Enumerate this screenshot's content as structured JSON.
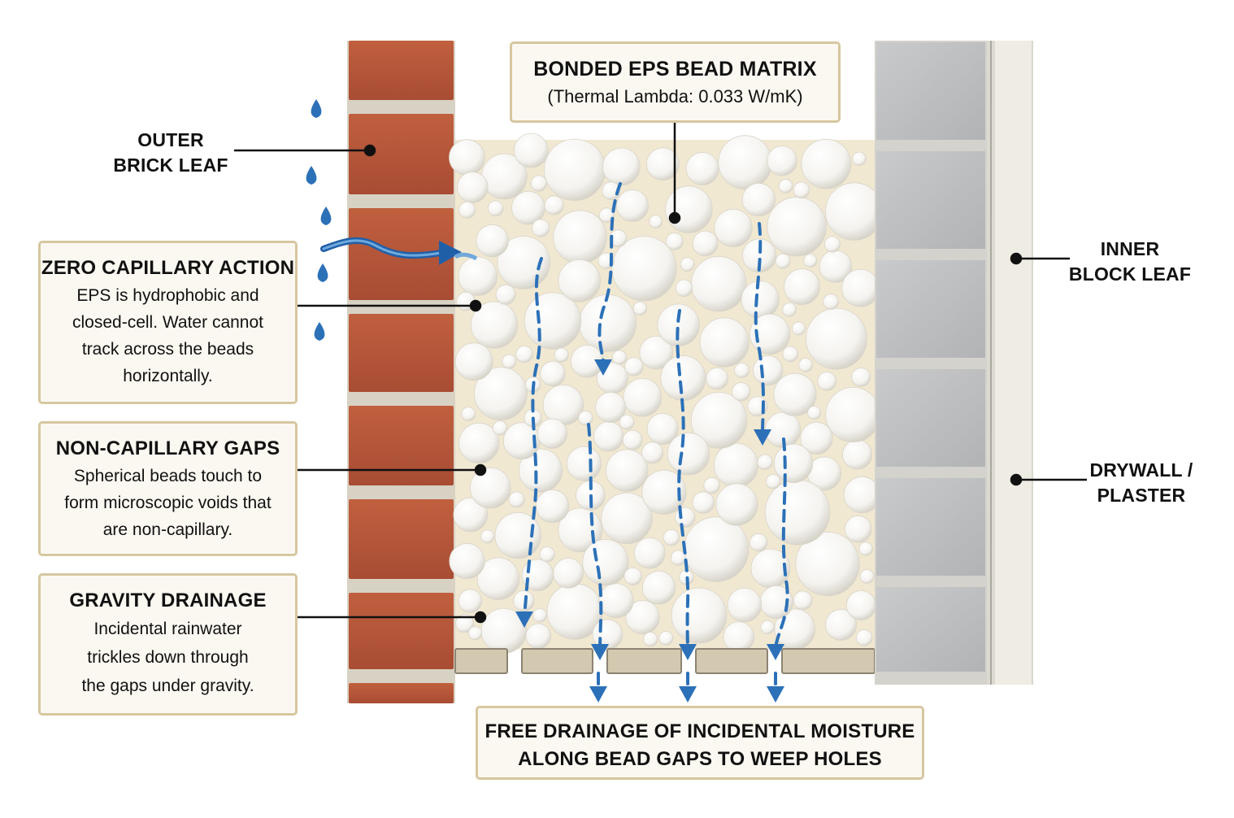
{
  "labels": {
    "outer_brick_leaf": "OUTER\nBRICK LEAF",
    "inner_block_leaf": "INNER\nBLOCK LEAF",
    "drywall_plaster": "DRYWALL /\nPLASTER"
  },
  "matrix_box": {
    "title": "BONDED EPS BEAD MATRIX",
    "subtitle": "(Thermal Lambda: 0.033 W/mK)"
  },
  "callouts": [
    {
      "title": "ZERO CAPILLARY ACTION",
      "body": "EPS is hydrophobic and closed-cell. Water cannot track across the beads horizontally."
    },
    {
      "title": "NON-CAPILLARY GAPS",
      "body": "Spherical beads touch to form microscopic voids that are non-capillary."
    },
    {
      "title": "GRAVITY DRAINAGE",
      "body": "Incidental rainwater trickles down through the gaps under gravity."
    }
  ],
  "bottom_box": {
    "line1": "FREE DRAINAGE OF INCIDENTAL MOISTURE",
    "line2": "ALONG BEAD GAPS TO WEEP HOLES"
  },
  "colors": {
    "brick": "#b5553a",
    "mortar": "#d8d2c4",
    "block": "#bcbdbe",
    "bead": "#ffffff",
    "water": "#2c71b8",
    "box_border": "#d7c7a0",
    "box_fill": "#fbf8f1",
    "plaster": "#efece4"
  }
}
